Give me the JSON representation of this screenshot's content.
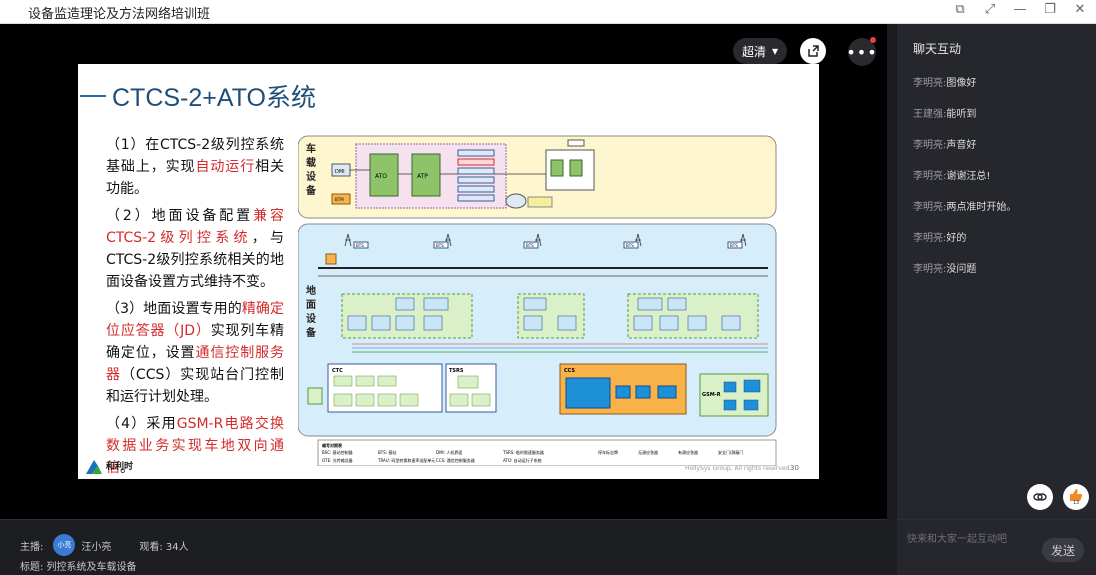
{
  "window": {
    "title": "设备监造理论及方法网络培训班",
    "controls": [
      "restore-down",
      "fullscreen",
      "minimize",
      "maximize",
      "close"
    ]
  },
  "player": {
    "quality_label": "超清",
    "quality_caret": "▾",
    "share_icon": "share-icon",
    "more_label": "•••",
    "notification_color": "#e0443b"
  },
  "slide": {
    "title": "CTCS-2+ATO系统",
    "bullets": [
      {
        "pre": "（1）在CTCS-2级列控系统基础上，实现",
        "hl": "自动运行",
        "post": "相关功能。"
      },
      {
        "pre": "（2）地面设备配置",
        "hl": "兼容CTCS-2级列控系统",
        "post": "，与CTCS-2级列控系统相关的地面设备设置方式维持不变。"
      },
      {
        "pre": "（3）地面设置专用的",
        "hl": "精确定位应答器（JD）",
        "post": "实现列车精确定位，设置",
        "hl2": "通信控制服务器",
        "post2": "（CCS）实现站台门控制和运行计划处理。"
      },
      {
        "pre": "（4）采用",
        "hl": "GSM-R电路交换数据业务实现车地双向通信",
        "post": "。"
      }
    ],
    "footer": "HollySys Group, All rights reserved",
    "page_number": "30",
    "logo_text": "和利时"
  },
  "diagram": {
    "section_onboard": [
      "车",
      "载",
      "设",
      "备"
    ],
    "section_ground": [
      "地",
      "面",
      "设",
      "备"
    ],
    "onboard_blocks": [
      "DMI",
      "ATO",
      "ATP",
      "BTM"
    ],
    "ground_blocks": [
      "CTC",
      "TSRS",
      "CCS",
      "GSM-R"
    ],
    "bts_labels": [
      "BTS",
      "BTS",
      "BTS",
      "BTS",
      "BTS"
    ],
    "legend_title": "缩写对照表",
    "legend_items": [
      "BSC: 基站控制器",
      "BTS: 基站",
      "DMI: 人机界面",
      "TSRS: 临时限速服务器",
      "OTE: 光传输设备",
      "TRAU: 码型转换和速率适配单元",
      "CCS: 通信控制服务器",
      "ATO: 自动运行子系统"
    ],
    "legend_icons": [
      "停车标志牌",
      "无源应答器",
      "有源应答器",
      "安全门/屏蔽门"
    ]
  },
  "chat": {
    "title": "聊天互动",
    "messages": [
      {
        "user": "李明亮:",
        "text": "图像好"
      },
      {
        "user": "王建强:",
        "text": "能听到"
      },
      {
        "user": "李明亮:",
        "text": "声音好"
      },
      {
        "user": "李明亮:",
        "text": "谢谢汪总!"
      },
      {
        "user": "李明亮:",
        "text": "两点准时开始。"
      },
      {
        "user": "李明亮:",
        "text": "好的"
      },
      {
        "user": "李明亮:",
        "text": "没问题"
      }
    ],
    "input_placeholder": "快来和大家一起互动吧",
    "send_label": "发送",
    "like_count": "13"
  },
  "footer": {
    "host_label": "主播:",
    "host_avatar_text": "小亮",
    "host_name": "汪小亮",
    "viewers_label": "观看: 34人",
    "topic_label": "标题: 列控系统及车载设备"
  },
  "colors": {
    "accent_blue": "#3a7bd5",
    "highlight_red": "#d42a2a",
    "title_blue": "#1f4e79"
  }
}
